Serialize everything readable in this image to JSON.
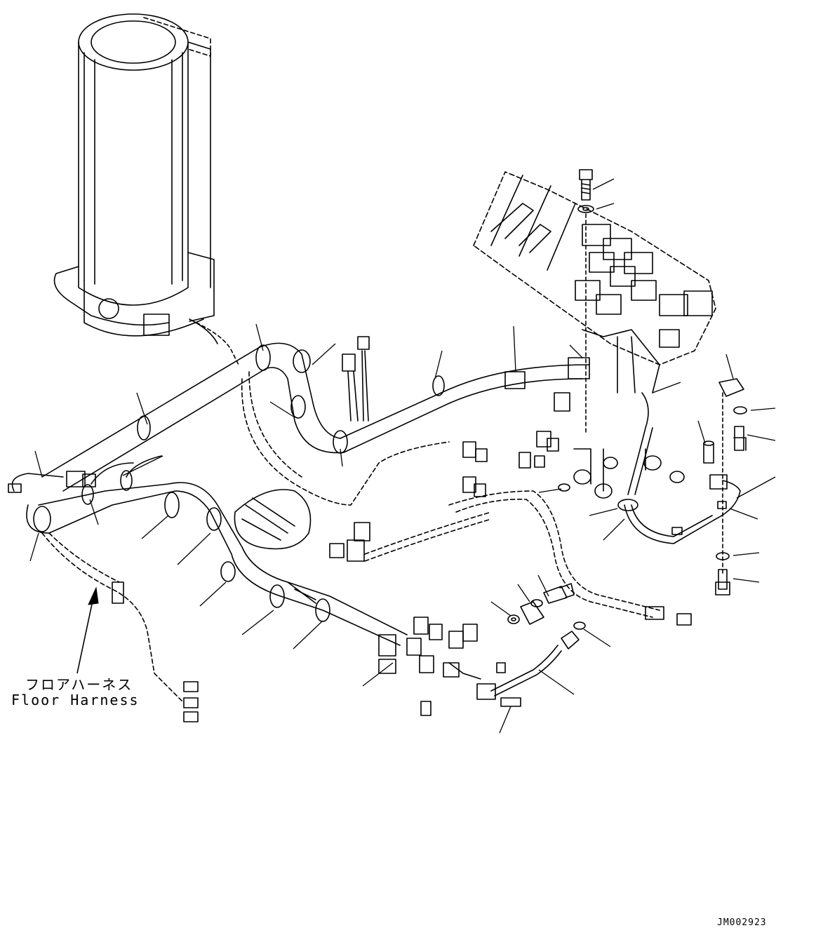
{
  "diagram": {
    "callout": {
      "label_jp": "フロアハーネス",
      "label_en": "Floor Harness"
    },
    "drawing_id": "JM002923"
  }
}
